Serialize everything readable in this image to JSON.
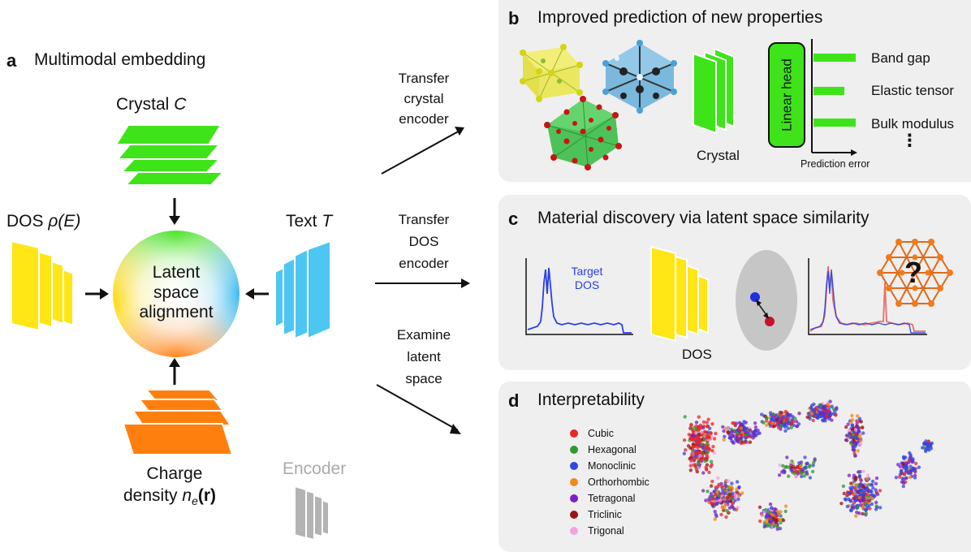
{
  "panel_a": {
    "letter": "a",
    "title": "Multimodal embedding",
    "crystal_label": "Crystal",
    "crystal_var": "C",
    "dos_label": "DOS",
    "dos_var": "ρ(E)",
    "text_label": "Text",
    "text_var": "T",
    "latent_line1": "Latent",
    "latent_line2": "space",
    "latent_line3": "alignment",
    "charge_line1": "Charge",
    "charge_line2": "density",
    "charge_var": "n",
    "charge_sub": "e",
    "charge_arg": "(r)",
    "encoder_legend": "Encoder"
  },
  "transfers": {
    "crystal": [
      "Transfer",
      "crystal",
      "encoder"
    ],
    "dos": [
      "Transfer",
      "DOS",
      "encoder"
    ],
    "examine": [
      "Examine",
      "latent",
      "space"
    ]
  },
  "panel_b": {
    "letter": "b",
    "title": "Improved prediction of new properties",
    "crystal_caption": "Crystal",
    "linear_head": "Linear head",
    "properties": [
      "Band gap",
      "Elastic tensor",
      "Bulk modulus"
    ],
    "ellipsis": "⋮",
    "x_axis_label": "Prediction error"
  },
  "panel_c": {
    "letter": "c",
    "title": "Material discovery via latent space similarity",
    "target_line1": "Target",
    "target_line2": "DOS",
    "dos_caption": "DOS",
    "question": "?"
  },
  "panel_d": {
    "letter": "d",
    "title": "Interpretability",
    "legend": [
      {
        "label": "Cubic",
        "color": "#e8262a"
      },
      {
        "label": "Hexagonal",
        "color": "#2e9a2e"
      },
      {
        "label": "Monoclinic",
        "color": "#3148e0"
      },
      {
        "label": "Orthorhombic",
        "color": "#f08a18"
      },
      {
        "label": "Tetragonal",
        "color": "#7a1fc8"
      },
      {
        "label": "Triclinic",
        "color": "#9a1616"
      },
      {
        "label": "Trigonal",
        "color": "#f3a2e0"
      }
    ]
  },
  "colors": {
    "crystal_green": "#3fe31a",
    "dos_yellow": "#ffe614",
    "text_cyan": "#4dc6f2",
    "charge_orange": "#ff7f0e",
    "encoder_gray": "#b3b3b3",
    "panel_bg": "#efefef",
    "target_dos_blue": "#2a3fe6"
  }
}
